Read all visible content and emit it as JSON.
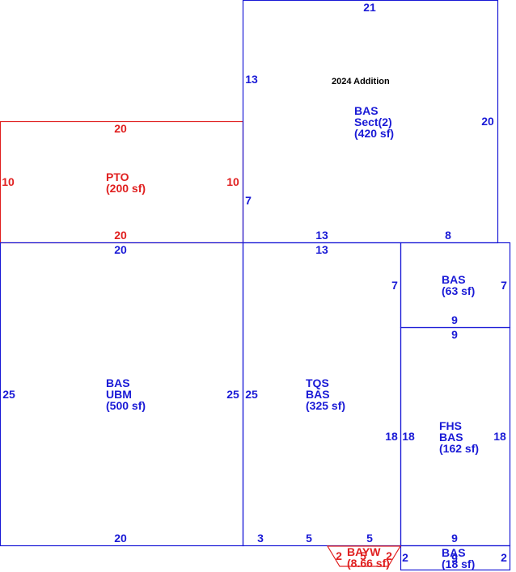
{
  "colors": {
    "blue": "#1a1ad6",
    "red": "#e02020",
    "black": "#000000"
  },
  "note": "2024 Addition",
  "areas": {
    "addition": {
      "line1": "BAS",
      "line2": "Sect(2)",
      "line3": "(420 sf)"
    },
    "pto": {
      "line1": "PTO",
      "line2": "(200 sf)"
    },
    "ubm": {
      "line1": "BAS",
      "line2": "UBM",
      "line3": "(500 sf)"
    },
    "tqs": {
      "line1": "TQS",
      "line2": "BAS",
      "line3": "(325 sf)"
    },
    "bas63": {
      "line1": "BAS",
      "line2": "(63 sf)"
    },
    "fhs": {
      "line1": "FHS",
      "line2": "BAS",
      "line3": "(162 sf)"
    },
    "bas18": {
      "line1": "BAS",
      "line2": "(18 sf)"
    },
    "bayw": {
      "line1": "BAYW",
      "line2": "(8.66 sf)"
    }
  },
  "dimensions": {
    "add_top": "21",
    "add_left": "13",
    "add_right": "20",
    "add_left_lower": "7",
    "add_bottom_mid": "13",
    "add_bottom_right": "8",
    "pto_top": "20",
    "pto_left": "10",
    "pto_right": "10",
    "pto_bottom": "20",
    "ubm_top": "20",
    "ubm_left": "25",
    "ubm_right": "25",
    "ubm_bottom": "20",
    "tqs_top": "13",
    "tqs_left": "25",
    "tqs_right": "18",
    "tqs_bottom_3": "3",
    "tqs_bottom_5a": "5",
    "tqs_bottom_5b": "5",
    "bas63_right": "7",
    "bas63_left": "7",
    "bas63_bottom": "9",
    "fhs_top": "9",
    "fhs_left": "18",
    "fhs_right": "18",
    "fhs_bottom": "9",
    "bas18_left": "2",
    "bas18_right": "2",
    "bas18_mid": "9",
    "bayw_left": "2",
    "bayw_right": "2",
    "bayw_mid": "5"
  }
}
